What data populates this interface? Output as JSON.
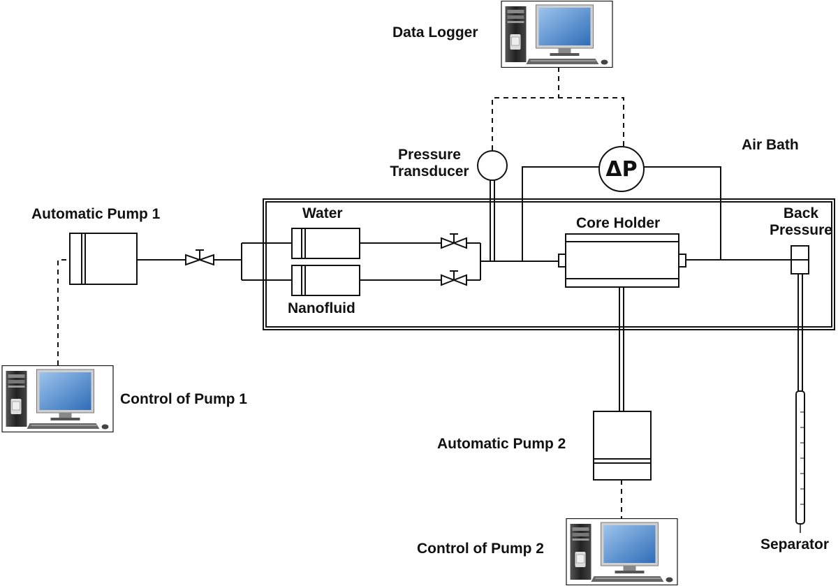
{
  "labels": {
    "data_logger": "Data Logger",
    "pressure_transducer_line1": "Pressure",
    "pressure_transducer_line2": "Transducer",
    "delta_p": "ΔP",
    "air_bath": "Air Bath",
    "automatic_pump_1": "Automatic Pump 1",
    "water": "Water",
    "core_holder": "Core Holder",
    "back_pressure_line1": "Back",
    "back_pressure_line2": "Pressure",
    "nanofluid": "Nanofluid",
    "control_of_pump_1": "Control of Pump 1",
    "automatic_pump_2": "Automatic Pump 2",
    "control_of_pump_2": "Control of Pump 2",
    "separator": "Separator"
  },
  "icons": [
    "computer-icon",
    "valve-icon",
    "pump-icon",
    "cylinder-icon",
    "core-holder-icon",
    "gauge-icon",
    "separator-tube-icon"
  ],
  "colors": {
    "line": "#111111",
    "screen": "#3a78c2",
    "screen_highlight": "#9cc3ec",
    "tower": "#2b2b2b"
  }
}
